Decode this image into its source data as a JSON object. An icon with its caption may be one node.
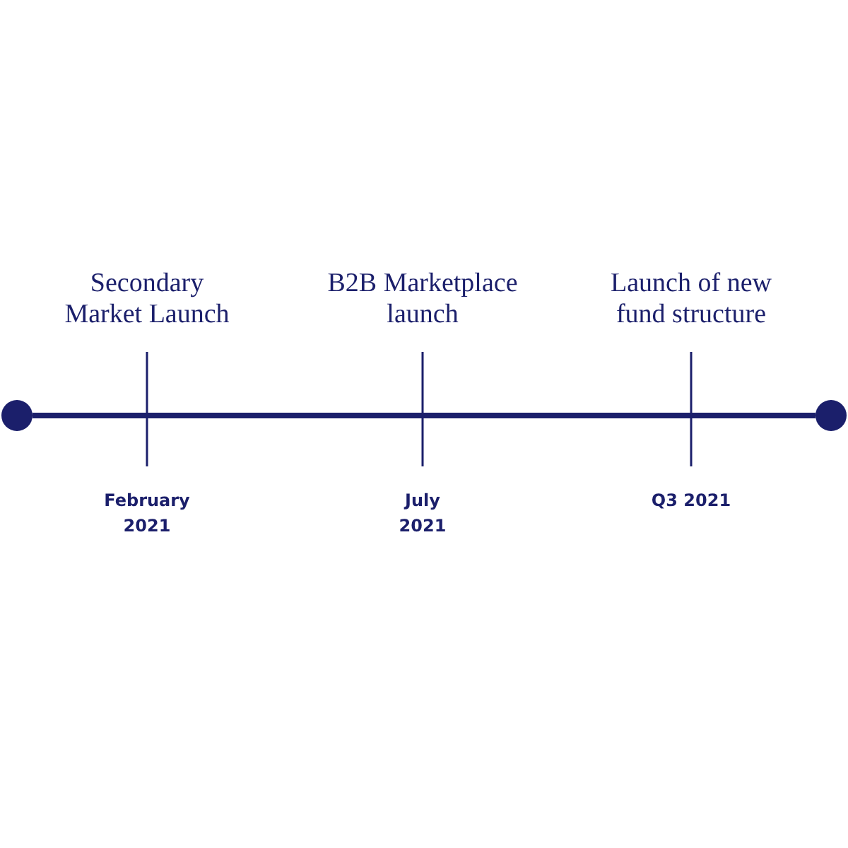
{
  "diagram": {
    "nodes": [
      {
        "text": [],
        "shape": "circle"
      },
      {
        "text": [],
        "shape": "circle"
      }
    ],
    "edges": [
      {
        "from": 0,
        "to": 1,
        "arrow": "none"
      }
    ],
    "labels": [
      "Secondary Market Launch",
      "B2B Marketplace launch",
      "Launch of new fund structure",
      "February 2021",
      "July 2021",
      "Q3 2021"
    ]
  }
}
